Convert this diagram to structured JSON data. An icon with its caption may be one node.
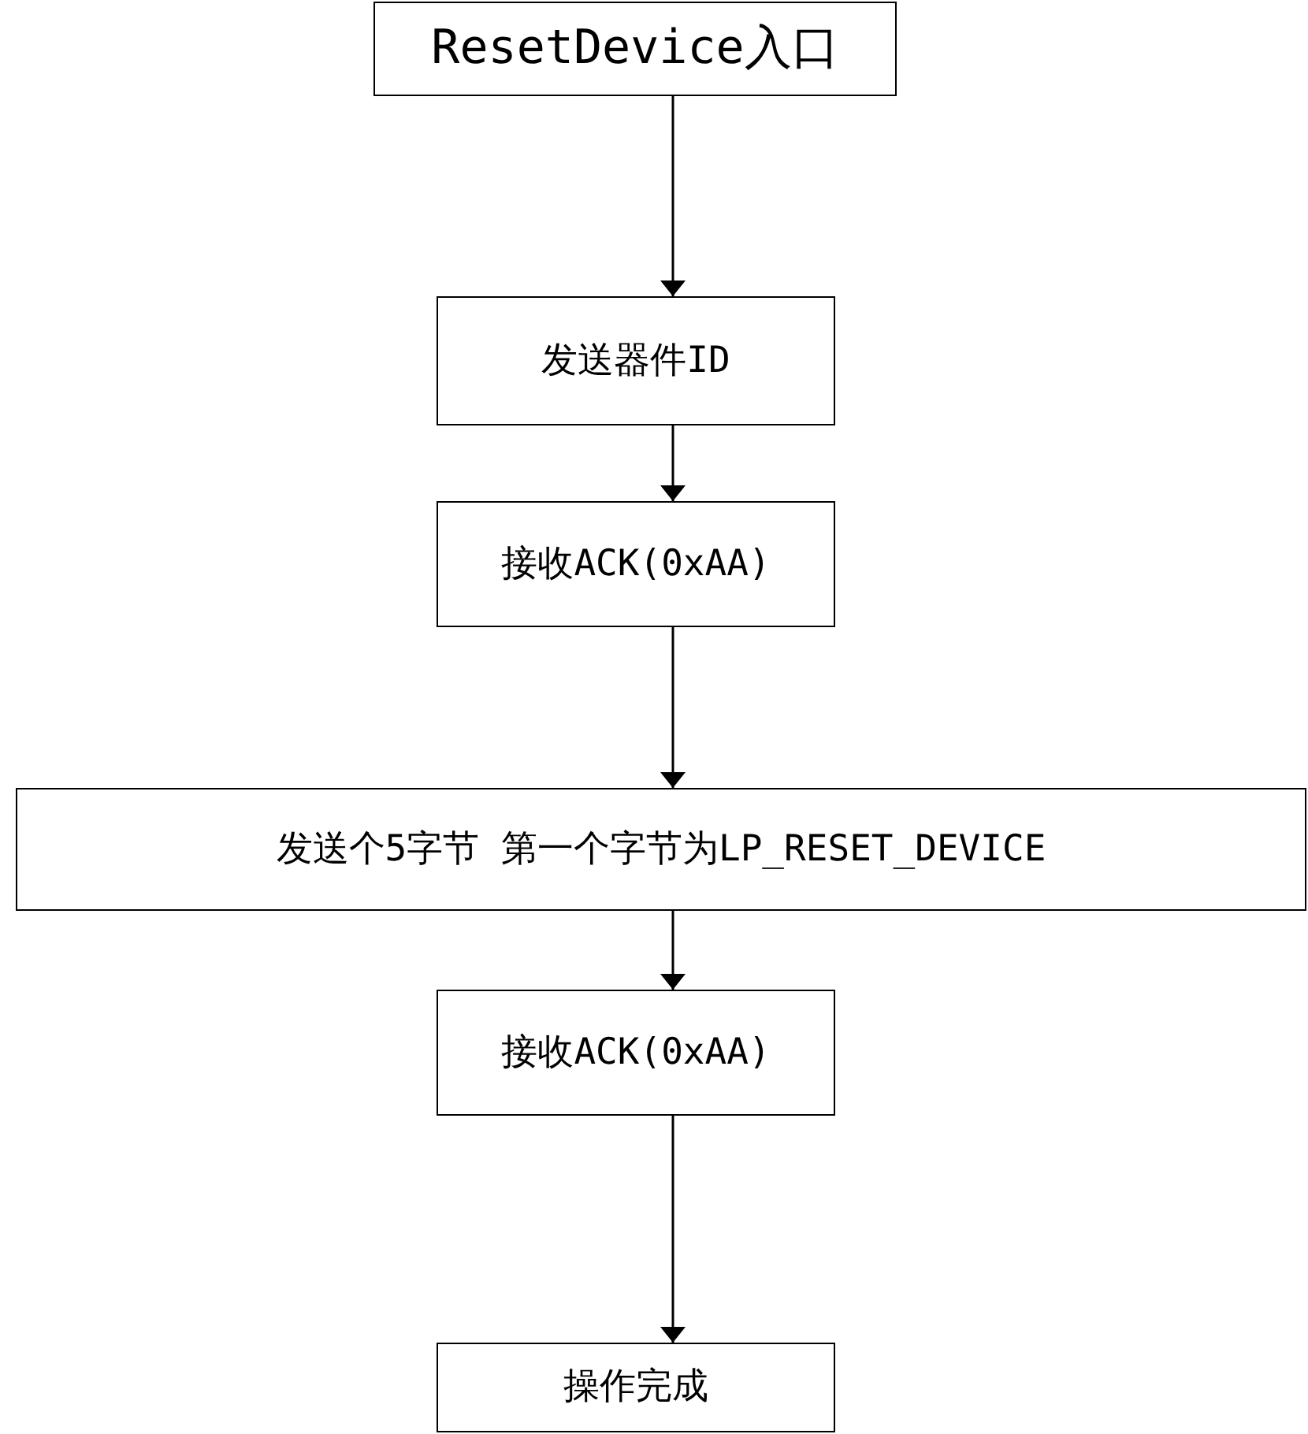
{
  "diagram": {
    "nodes": [
      {
        "text": [
          "ResetDevice入口"
        ]
      },
      {
        "text": [
          "发送器件ID"
        ]
      },
      {
        "text": [
          "接收ACK(0xAA)"
        ]
      },
      {
        "text": [
          "发送个5字节 第一个字节为LP_RESET_DEVICE"
        ]
      },
      {
        "text": [
          "接收ACK(0xAA)"
        ]
      },
      {
        "text": [
          "操作完成"
        ]
      }
    ],
    "edges": [
      {
        "from": 0,
        "to": 1,
        "arrow": "to"
      },
      {
        "from": 1,
        "to": 2,
        "arrow": "to"
      },
      {
        "from": 2,
        "to": 3,
        "arrow": "to"
      },
      {
        "from": 3,
        "to": 4,
        "arrow": "to"
      },
      {
        "from": 4,
        "to": 5,
        "arrow": "to"
      }
    ]
  }
}
